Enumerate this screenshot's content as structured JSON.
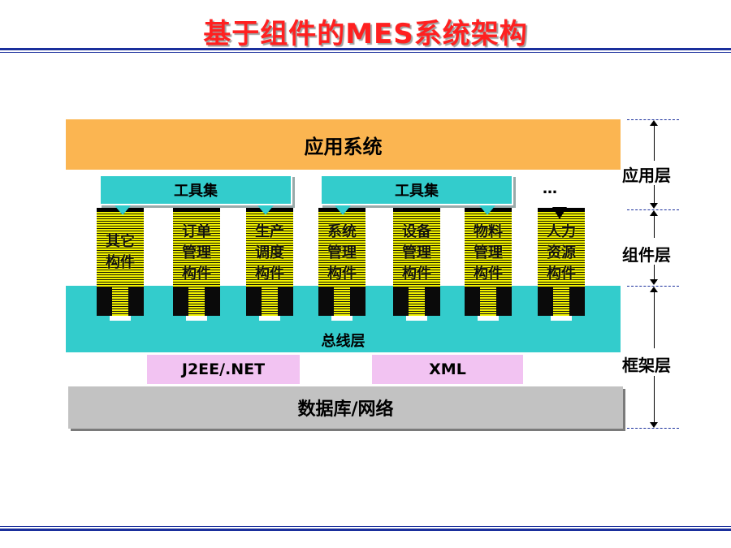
{
  "title": "基于组件的MES系统架构",
  "blocks": {
    "application_system": "应用系统",
    "toolset_1": "工具集",
    "toolset_2": "工具集",
    "ellipsis": "…",
    "bus_layer": "总线层",
    "j2ee_net": "J2EE/.NET",
    "xml": "XML",
    "database_network": "数据库/网络"
  },
  "components": [
    {
      "label": "其它\n构件"
    },
    {
      "label": "订单\n管理\n构件"
    },
    {
      "label": "生产\n调度\n构件"
    },
    {
      "label": "系统\n管理\n构件"
    },
    {
      "label": "设备\n管理\n构件"
    },
    {
      "label": "物料\n管理\n构件"
    },
    {
      "label": "人力\n资源\n构件"
    }
  ],
  "layers": {
    "application": "应用层",
    "component": "组件层",
    "framework": "框架层"
  },
  "colors": {
    "title": "#ff2020",
    "application_system": "#fbb551",
    "bus": "#33cccc",
    "middleware": "#f2c3f2",
    "database": "#c2c2c2",
    "component_stripe": "#f0f000",
    "rule": "#1a2f9c"
  }
}
